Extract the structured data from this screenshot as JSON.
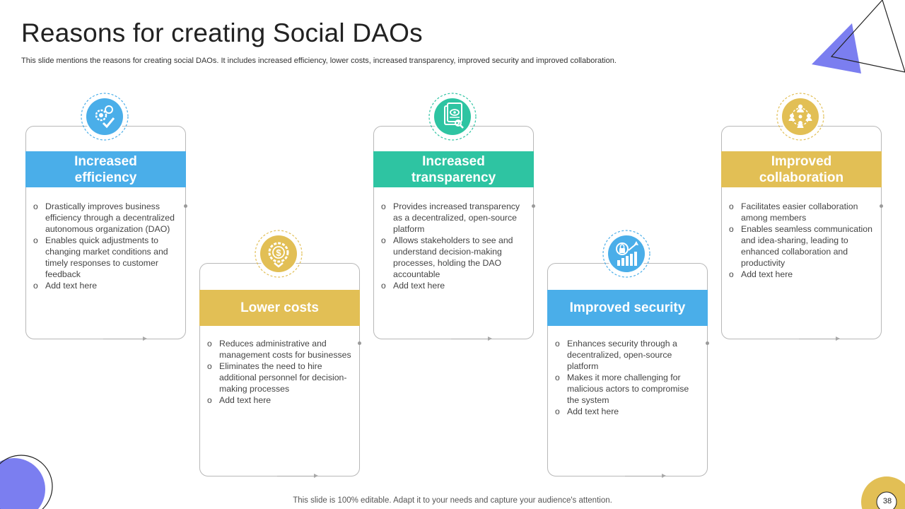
{
  "title": "Reasons for creating Social DAOs",
  "subtitle": "This slide mentions the reasons for creating social DAOs. It includes increased efficiency, lower costs, increased transparency, improved security and improved collaboration.",
  "footer": "This slide is 100% editable. Adapt it to your needs and capture your audience's attention.",
  "page_number": "38",
  "colors": {
    "blue": "#4aaee9",
    "green": "#2ec4a2",
    "gold": "#e2bf55",
    "purple": "#7b7ef0"
  },
  "cards": [
    {
      "heading_line1": "Increased",
      "heading_line2": "efficiency",
      "icon": "gear-check-icon",
      "bullet_marker": "o",
      "bullets": [
        "Drastically improves business efficiency through a decentralized autonomous organization (DAO)",
        "Enables quick adjustments to changing market conditions and timely responses to customer feedback",
        "Add text here"
      ]
    },
    {
      "heading_line1": "Lower costs",
      "heading_line2": "",
      "icon": "dollar-gear-icon",
      "bullet_marker": "o",
      "bullets": [
        "Reduces administrative and management costs for businesses",
        "Eliminates the need to hire additional personnel for decision-making processes",
        "Add text here"
      ]
    },
    {
      "heading_line1": "Increased",
      "heading_line2": "transparency",
      "icon": "document-eye-icon",
      "bullet_marker": "o",
      "bullets": [
        "Provides increased transparency as a decentralized, open-source platform",
        "Allows stakeholders to see and understand decision-making processes, holding the DAO accountable",
        "Add text here"
      ]
    },
    {
      "heading_line1": "Improved security",
      "heading_line2": "",
      "icon": "lock-chart-icon",
      "bullet_marker": "o",
      "bullets": [
        "Enhances security through a decentralized, open-source platform",
        "Makes it more challenging for malicious actors to compromise the system",
        "Add text here"
      ]
    },
    {
      "heading_line1": "Improved",
      "heading_line2": "collaboration",
      "icon": "team-network-icon",
      "bullet_marker": "o",
      "bullets": [
        "Facilitates easier collaboration among members",
        "Enables seamless communication and idea-sharing, leading to enhanced collaboration and productivity",
        "Add text here"
      ]
    }
  ]
}
